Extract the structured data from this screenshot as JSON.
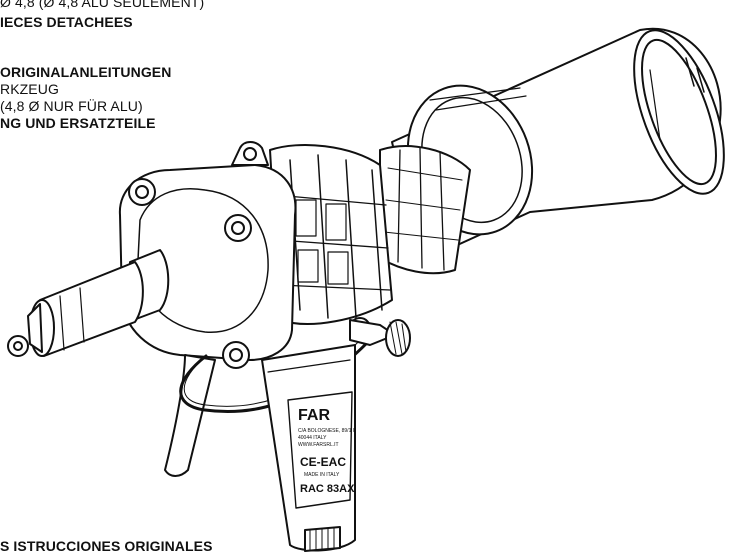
{
  "texts": {
    "fr_line1": "Ø 4,8 (Ø 4,8 ALU SEULEMENT)",
    "fr_line2": "IECES DETACHEES",
    "de_line1": "ORIGINALANLEITUNGEN",
    "de_line2": "RKZEUG",
    "de_line3": "(4,8 Ø NUR FÜR ALU)",
    "de_line4": "NG UND ERSATZTEILE",
    "es_line1": "S ISTRUCCIONES ORIGINALES"
  },
  "label": {
    "brand": "FAR",
    "small1": "C/A BOLOGNESE, 89/1 I",
    "small2": "40044 ITALY",
    "small3": "WWW.FARSRL.IT",
    "ce": "CE-EAC",
    "made": "MADE IN ITALY",
    "model": "RAC 83AX"
  }
}
